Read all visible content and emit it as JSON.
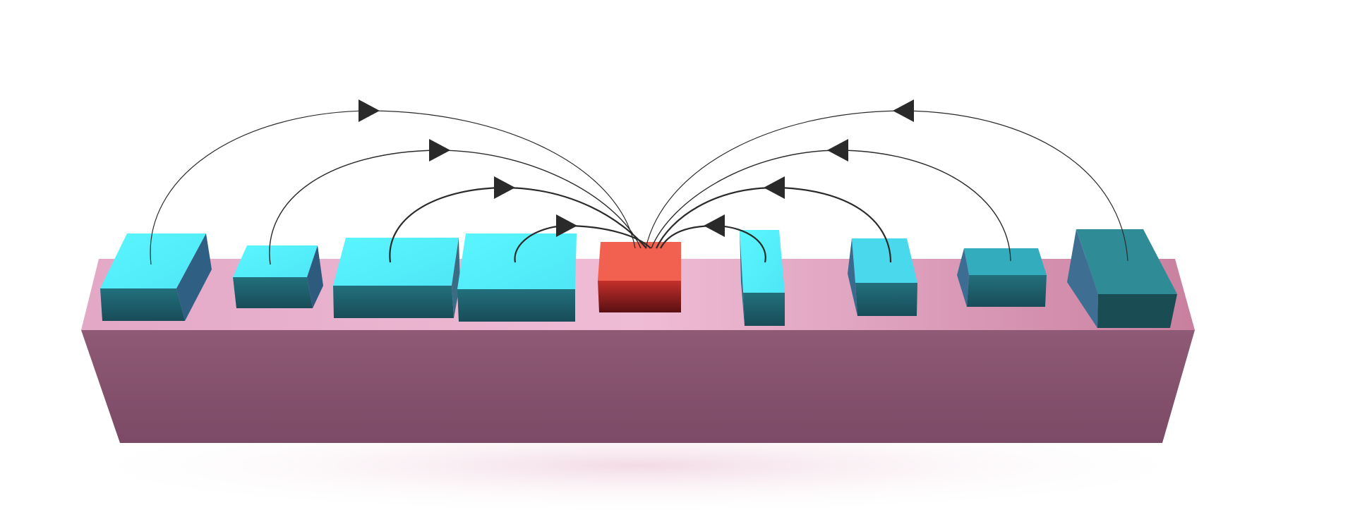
{
  "diagram": {
    "hub": {
      "name": "hub-block",
      "color": "#e05a4e",
      "dark": "#6e1416"
    },
    "platform": {
      "top": "#e9b4cf",
      "front": "#87546f",
      "side": "#7a4a64"
    },
    "accent": "#4ff2ff",
    "arrow_color": "#2a2a2a",
    "blocks": [
      {
        "id": "block-1"
      },
      {
        "id": "block-2"
      },
      {
        "id": "block-3"
      },
      {
        "id": "block-4"
      },
      {
        "id": "block-6"
      },
      {
        "id": "block-7"
      },
      {
        "id": "block-8"
      },
      {
        "id": "block-9"
      }
    ],
    "arrow_count": 8
  }
}
